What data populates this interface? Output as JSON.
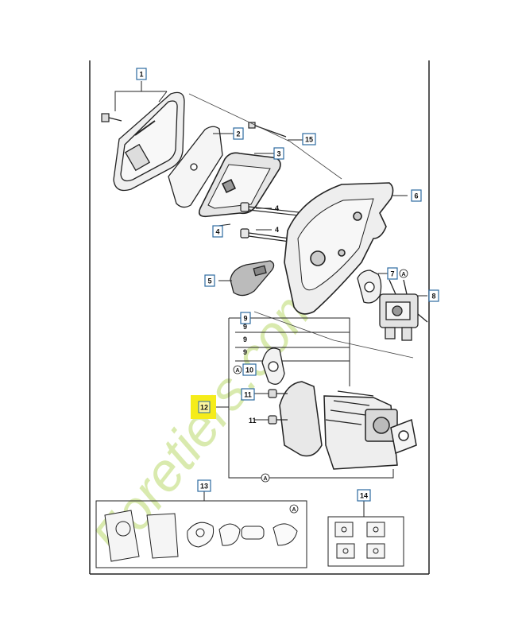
{
  "watermark": {
    "text": "Foretiers.com",
    "color": "#cfe59a"
  },
  "colors": {
    "callout_border": "#2d6aa0",
    "callout_fill": "#ffffff",
    "highlight": "#f5ec1a",
    "line": "#222222",
    "part_fill": "#e9e9e9"
  },
  "callouts": {
    "c1": "1",
    "c2": "2",
    "c3": "3",
    "c4a": "4",
    "c4b": "4",
    "c5": "5",
    "c6": "6",
    "c7": "7",
    "c8": "8",
    "c9a": "9",
    "c9b": "9",
    "c9c": "9",
    "c9d": "9",
    "c10": "10",
    "c11a": "11",
    "c11b": "11",
    "c12": "12",
    "c13": "13",
    "c14": "14",
    "c15": "15"
  },
  "ref_markers": {
    "a1": "A",
    "a2": "A",
    "a3": "A",
    "a4": "A"
  }
}
